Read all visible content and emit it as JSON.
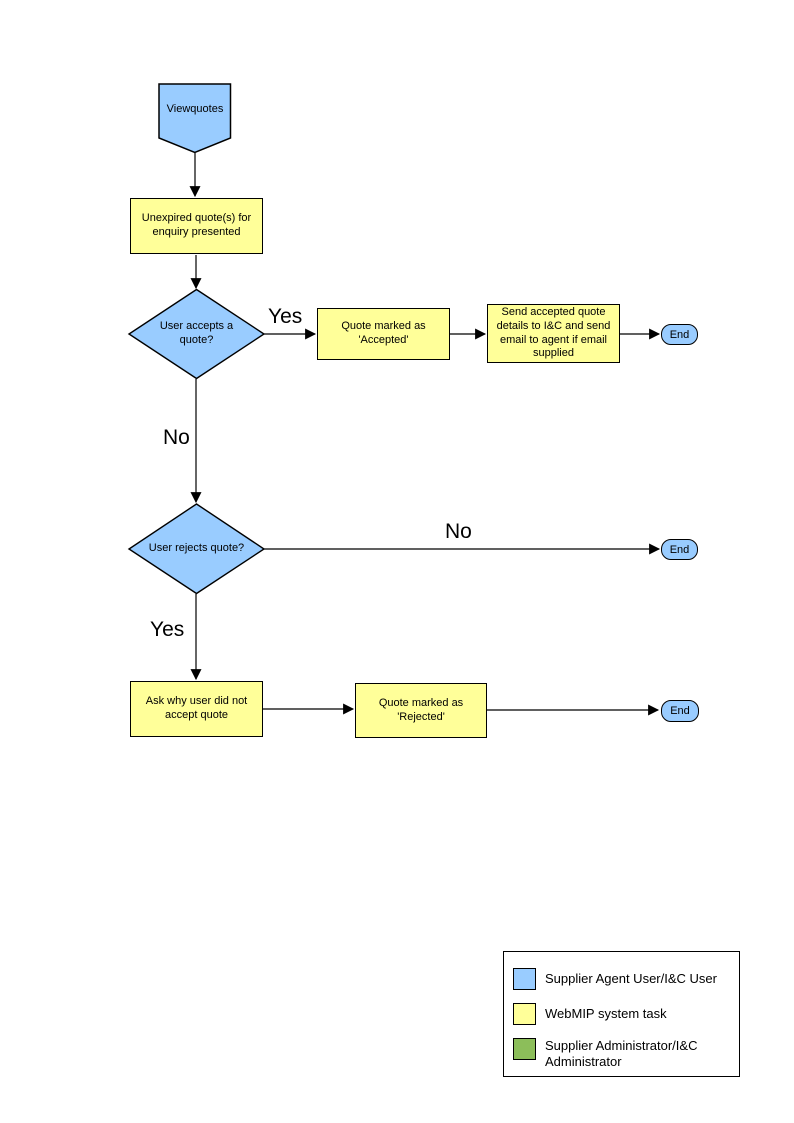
{
  "colors": {
    "actor_user_blue": "#99CCFF",
    "system_task_yellow": "#FFFF99",
    "admin_green": "#8CBE5A",
    "line_black": "#000000"
  },
  "flow": {
    "start_label": "Viewquotes",
    "present_quotes": "Unexpired quote(s) for enquiry presented",
    "decision_accept": "User accepts a quote?",
    "mark_accepted": "Quote marked as 'Accepted'",
    "send_details": "Send accepted quote details to I&C and send email to agent if email supplied",
    "decision_reject": "User rejects quote?",
    "ask_why": "Ask why user did not accept quote",
    "mark_rejected": "Quote marked as 'Rejected'",
    "end_label": "End",
    "branch_labels": {
      "accept_yes": "Yes",
      "accept_no": "No",
      "reject_no": "No",
      "reject_yes": "Yes"
    }
  },
  "legend": {
    "items": [
      {
        "label": "Supplier Agent User/I&C User",
        "color": "#99CCFF"
      },
      {
        "label": "WebMIP system task",
        "color": "#FFFF99"
      },
      {
        "label": "Supplier Administrator/I&C Administrator",
        "color": "#8CBE5A"
      }
    ]
  }
}
